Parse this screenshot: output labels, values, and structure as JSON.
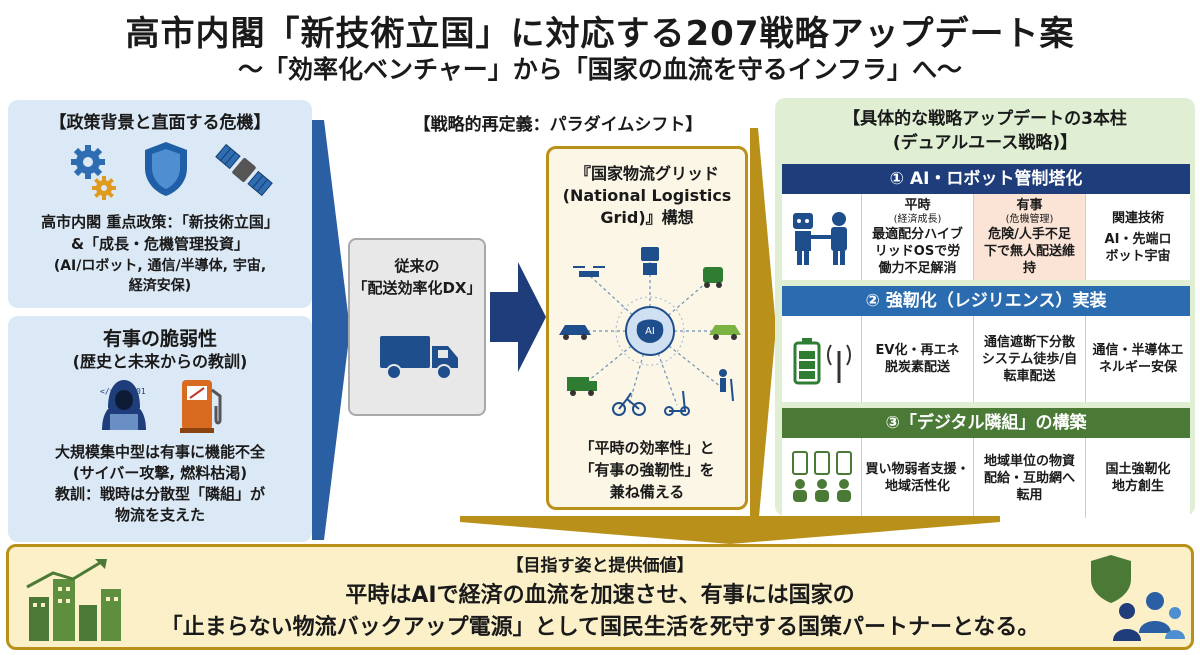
{
  "title": "高市内閣「新技術立国」に対応する207戦略アップデート案",
  "subtitle": "～「効率化ベンチャー」から「国家の血流を守るインフラ」へ～",
  "colors": {
    "blue_accent": "#1f4e8c",
    "gold_accent": "#b8901a",
    "green_accent": "#4a7a35",
    "pillar1": "#1f3d7a",
    "pillar2": "#2b6cb0",
    "pillar3": "#4a7a35"
  },
  "left": {
    "policy": {
      "heading": "【政策背景と直面する危機】",
      "icons": [
        "gear-icon",
        "shield-icon",
        "satellite-icon"
      ],
      "line1": "高市内閣 重点政策：「新技術立国」",
      "line2": "&「成長・危機管理投資」",
      "line3": "(AI/ロボット, 通信/半導体, 宇宙,",
      "line4": "経済安保)"
    },
    "vulnerability": {
      "heading": "有事の脆弱性",
      "subheading": "(歴史と未来からの教訓)",
      "icons": [
        "hacker-icon",
        "fuel-pump-icon"
      ],
      "line1": "大規模集中型は有事に機能不全",
      "line2": "(サイバー攻撃, 燃料枯渇)",
      "line3": "教訓：戦時は分散型「隣組」が",
      "line4": "物流を支えた"
    }
  },
  "middle": {
    "heading": "【戦略的再定義：パラダイムシフト】",
    "legacy": {
      "line1": "従来の",
      "line2": "「配送効率化DX」",
      "icon": "truck-icon"
    },
    "grid": {
      "line1": "『国家物流グリッド",
      "line2": "(National Logistics",
      "line3": "Grid)』構想",
      "center_label": "AI",
      "icons": [
        "drone-icon",
        "robot-icon",
        "car-icon",
        "truck-icon",
        "bicycle-icon",
        "scooter-icon",
        "walker-icon"
      ],
      "foot1": "「平時の効率性」と",
      "foot2": "「有事の強靭性」を",
      "foot3": "兼ね備える"
    }
  },
  "right": {
    "heading1": "【具体的な戦略アップデートの3本柱",
    "heading2": "(デュアルユース戦略)】",
    "pillars": [
      {
        "title": "① AI・ロボット管制塔化",
        "icon": "robot-handshake-icon",
        "cells": [
          {
            "head": "平時",
            "sub": "(経済成長)",
            "body": "最適配分ハイブリッドOSで労働力不足解消"
          },
          {
            "head": "有事",
            "sub": "(危機管理)",
            "body": "危険/人手不足下で無人配送維持"
          },
          {
            "head": "関連技術",
            "sub": "",
            "body": "AI・先端ロボット宇宙"
          }
        ]
      },
      {
        "title": "② 強靭化（レジリエンス）実装",
        "icon": "battery-signal-icon",
        "cells": [
          {
            "head": "",
            "sub": "",
            "body": "EV化・再エネ脱炭素配送"
          },
          {
            "head": "",
            "sub": "",
            "body": "通信遮断下分散システム徒歩/自転車配送"
          },
          {
            "head": "",
            "sub": "",
            "body": "通信・半導体エネルギー安保"
          }
        ]
      },
      {
        "title": "③「デジタル隣組」の構築",
        "icon": "community-icon",
        "cells": [
          {
            "head": "",
            "sub": "",
            "body": "買い物弱者支援・地域活性化"
          },
          {
            "head": "",
            "sub": "",
            "body": "地域単位の物資配給・互助網へ転用"
          },
          {
            "head": "",
            "sub": "",
            "body": "国土強靭化地方創生"
          }
        ]
      }
    ]
  },
  "bottom": {
    "heading": "【目指す姿と提供価値】",
    "line1": "平時はAIで経済の血流を加速させ、有事には国家の",
    "line2": "「止まらない物流バックアップ電源」として国民生活を死守する国策パートナーとなる。",
    "icons": [
      "city-growth-icon",
      "shield-people-icon"
    ]
  }
}
